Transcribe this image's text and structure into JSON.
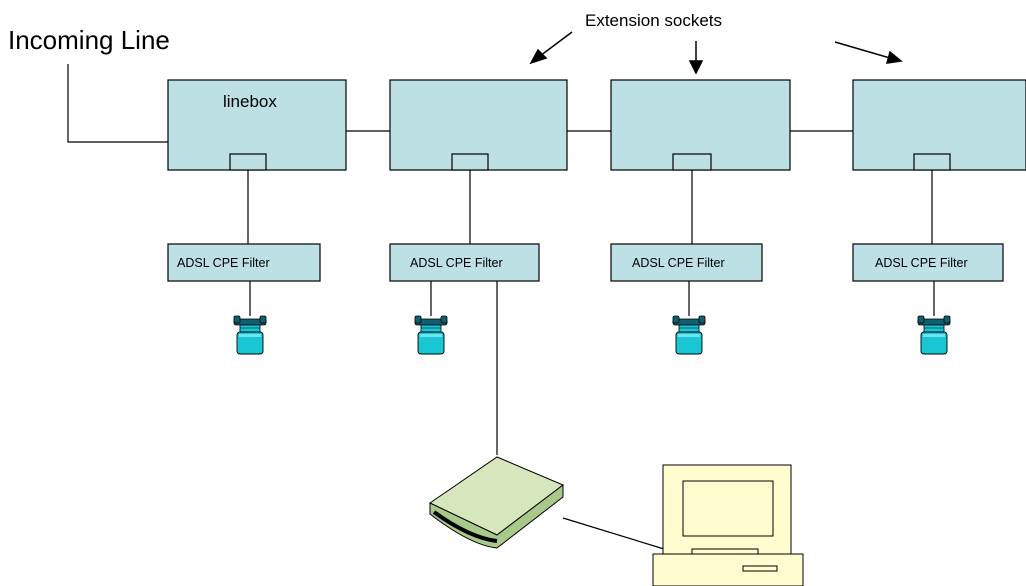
{
  "labels": {
    "incoming_line": "Incoming Line",
    "extension_sockets": "Extension sockets",
    "linebox": "linebox"
  },
  "filters": [
    {
      "label": "ADSL CPE  Filter"
    },
    {
      "label": "ADSL CPE Filter"
    },
    {
      "label": "ADSL CPE Filter"
    },
    {
      "label": "ADSL CPE Filter"
    }
  ],
  "icons": {
    "telephone": "telephone-icon",
    "modem": "adsl-modem-icon",
    "computer": "desktop-computer-icon"
  },
  "colors": {
    "box_fill": "#bde0e4",
    "phone_body": "#19c6d6",
    "phone_dark": "#0f5f73",
    "modem_top": "#d6e7bd",
    "modem_side": "#a9c98a",
    "computer": "#fffdcf"
  }
}
